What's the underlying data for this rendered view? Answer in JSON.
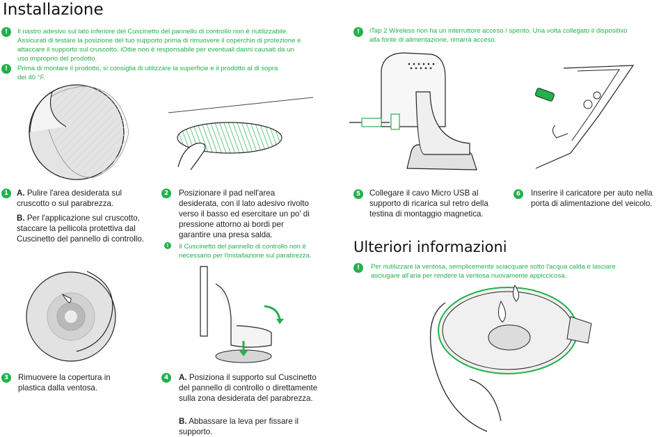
{
  "install": {
    "title": "Installazione",
    "notes": [
      " Il nastro adesivo sul lato inferiore del Cuscinetto del pannello di controllo non è riutilizzabile. Assicurati di testare la posizione del tuo supporto prima di rimuovere il coperchio di protezione e attaccare il supporto sul cruscotto. iOttie non è responsabile per eventuali danni causati da un uso improprio del prodotto.",
      "Prima di montare il prodotto, si consiglia di utilizzare la superficie e il prodotto al di sopra dei 40 °F."
    ],
    "steps": {
      "s1": {
        "num": "1",
        "a_label": "A.",
        "a_text": "Pulire l'area desiderata sul cruscotto o sul parabrezza.",
        "b_label": "B.",
        "b_text": "Per l'applicazione sul cruscotto, staccare la pellicola protettiva dal Cuscinetto del pannello di controllo."
      },
      "s2": {
        "num": "2",
        "text": "Posizionare il pad nell'area desiderata, con il lato adesivo rivolto verso il basso ed esercitare un po' di pressione attorno ai bordi per garantire una presa salda.",
        "note": "Il Cuscinetto del pannello di controllo non è necessario per l'installazione sul parabrezza."
      },
      "s3": {
        "num": "3",
        "text": "Rimuovere la copertura in plastica dalla ventosa."
      },
      "s4": {
        "num": "4",
        "a_label": "A.",
        "a_text": "Posiziona il supporto sul Cuscinetto del pannello di controllo o direttamente sulla zona desiderata del parabrezza.",
        "b_label": "B.",
        "b_text": "Abbassare la leva per fissare il supporto."
      },
      "s5": {
        "num": "5",
        "text": "Collegare il cavo Micro USB al supporto di ricarica sul retro della testina di montaggio magnetica."
      },
      "s6": {
        "num": "6",
        "text": "Inserire il caricatore per auto nella porta di alimentazione del veicolo."
      }
    },
    "wireless_note": "iTap 2 Wireless non ha un interruttore acceso / spento. Una volta collegato il dispositivo alla fonte di alimentazione, rimarrà acceso."
  },
  "more": {
    "title": "Ulteriori informazioni",
    "note": "Per riutilizzare la ventosa, semplicemente sciacquare sotto l'acqua calda e lasciare asciugare all'aria per rendere la ventosa nuovamente appiccicosa."
  },
  "icons": {
    "note": "exclamation-icon"
  },
  "colors": {
    "accent": "#22b14c",
    "text": "#1a1a1a"
  }
}
